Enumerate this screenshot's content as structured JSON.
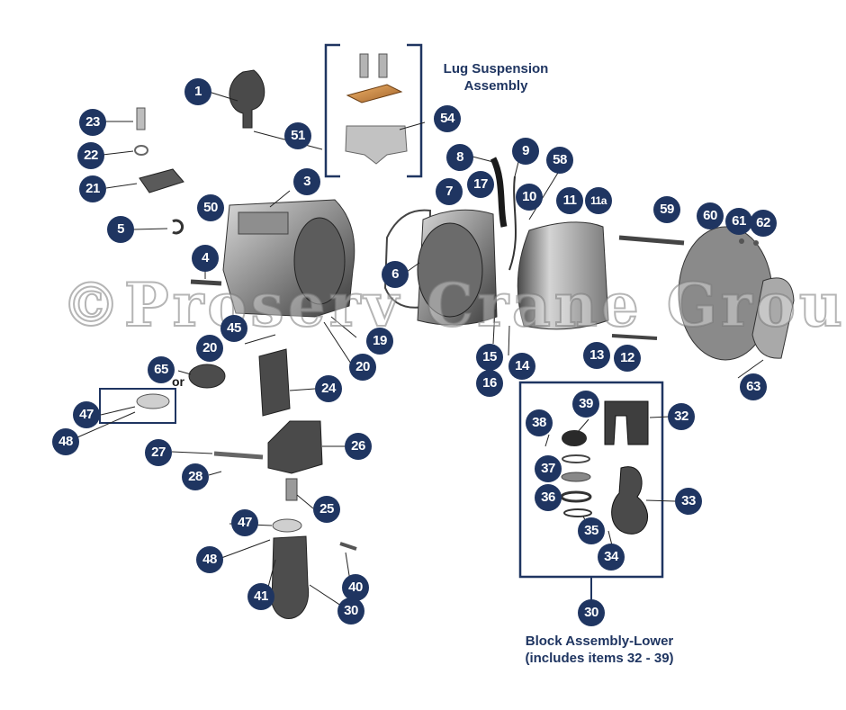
{
  "colors": {
    "callout": "#1f3561",
    "frame": "#1f3561",
    "part_shade": "#8c8c8c",
    "part_dark": "#3f3f3f",
    "bronze": "#c8843c"
  },
  "labels": {
    "lug_suspension": "Lug Suspension\nAssembly",
    "block_lower": "Block Assembly-Lower\n(includes items 32 - 39)",
    "or": "or"
  },
  "watermark": "©Proserv Crane Group",
  "callouts": {
    "c1": "1",
    "c3": "3",
    "c4": "4",
    "c5": "5",
    "c6": "6",
    "c7": "7",
    "c8": "8",
    "c9": "9",
    "c10": "10",
    "c11": "11",
    "c11a": "11a",
    "c12": "12",
    "c13": "13",
    "c14": "14",
    "c15": "15",
    "c16": "16",
    "c17": "17",
    "c19": "19",
    "c20a": "20",
    "c20b": "20",
    "c21": "21",
    "c22": "22",
    "c23": "23",
    "c24": "24",
    "c25": "25",
    "c26": "26",
    "c27": "27",
    "c28": "28",
    "c30a": "30",
    "c30b": "30",
    "c32": "32",
    "c33": "33",
    "c34": "34",
    "c35": "35",
    "c36": "36",
    "c37": "37",
    "c38": "38",
    "c39": "39",
    "c40": "40",
    "c41": "41",
    "c45": "45",
    "c47a": "47",
    "c47b": "47",
    "c48a": "48",
    "c48b": "48",
    "c50": "50",
    "c51": "51",
    "c54": "54",
    "c58": "58",
    "c59": "59",
    "c60": "60",
    "c61": "61",
    "c62": "62",
    "c63": "63",
    "c65": "65"
  }
}
